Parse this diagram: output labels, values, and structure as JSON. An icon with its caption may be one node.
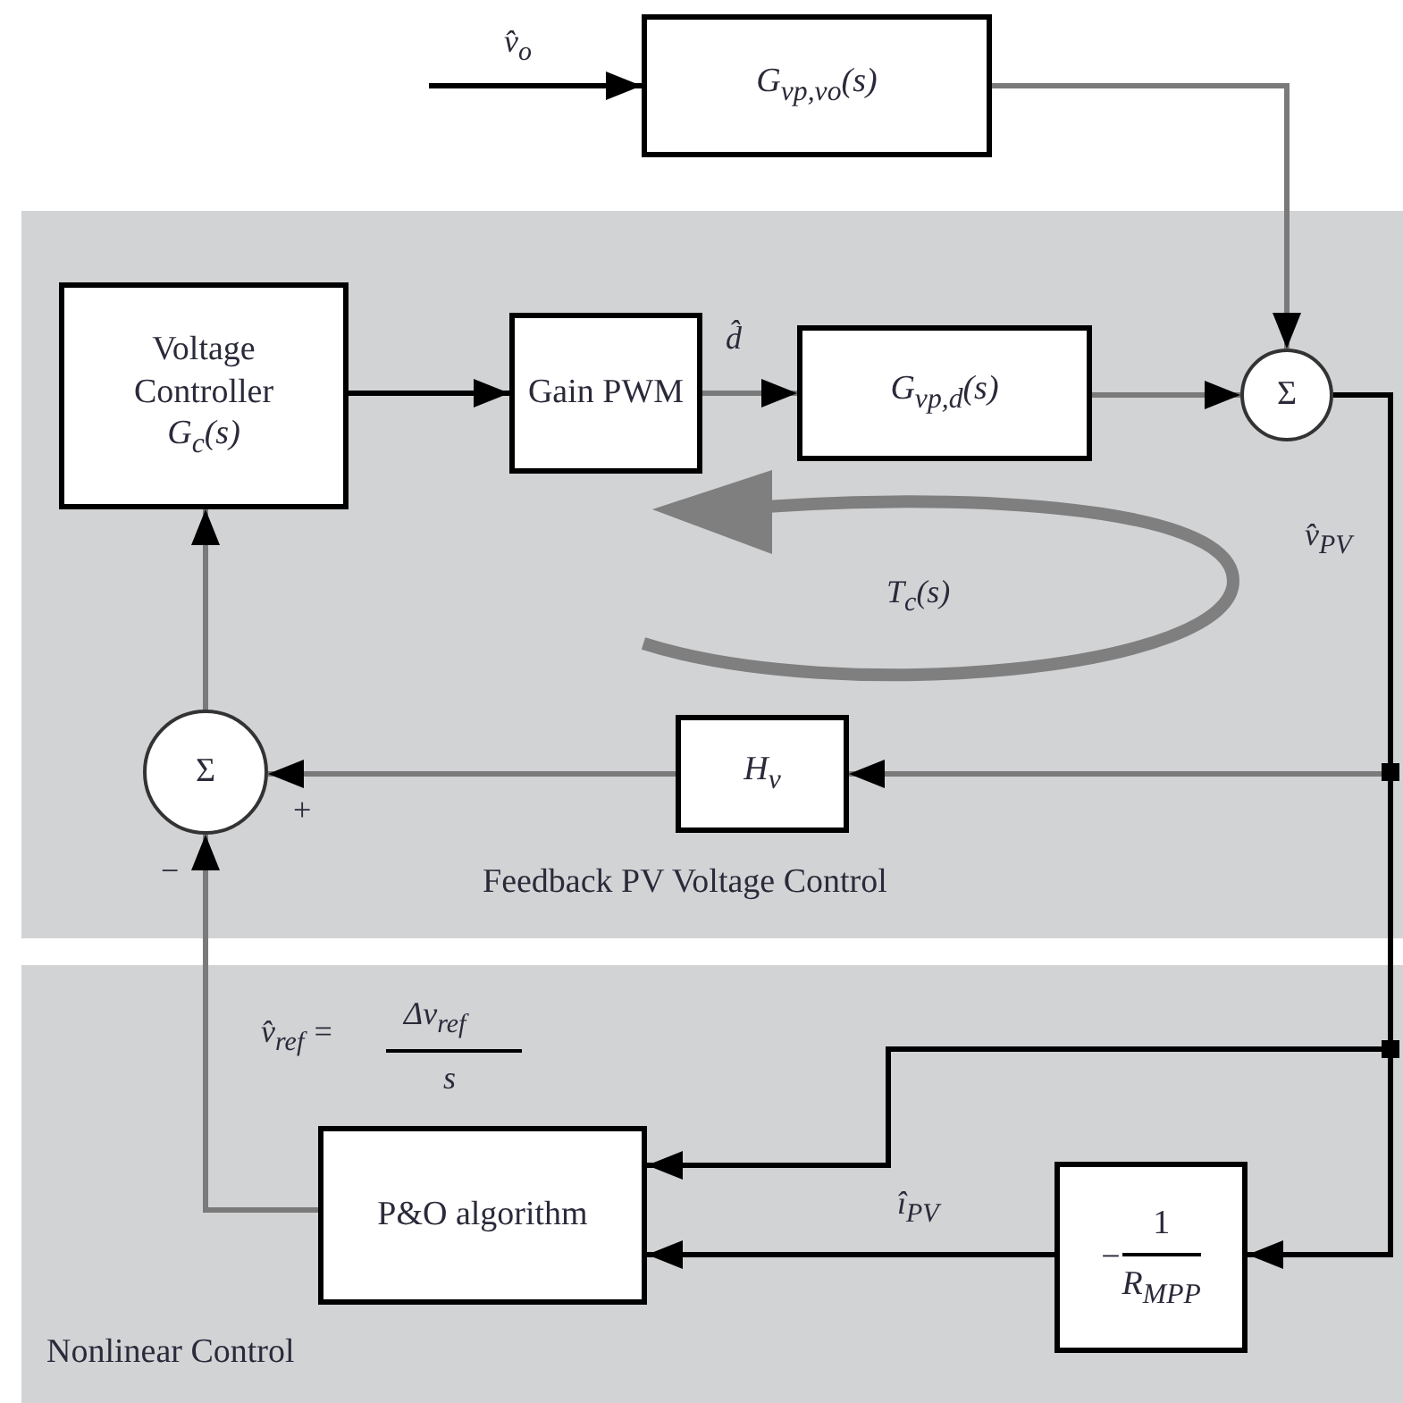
{
  "diagram": {
    "nodes": [
      {
        "text": [
          "Feedback PV Voltage Control"
        ]
      },
      {
        "text": [
          "Nonlinear Control"
        ]
      },
      {
        "text": [
          "G$_{vp,vo}$(s)"
        ]
      },
      {
        "text": [
          "Voltage Controller",
          "G$_{c}$(s)"
        ],
        "in": 0
      },
      {
        "text": [
          "Gain PWM"
        ],
        "in": 0
      },
      {
        "text": [
          "G$_{vp,d}$(s)"
        ],
        "in": 0
      },
      {
        "text": [
          "Σ"
        ],
        "in": 0
      },
      {
        "text": [
          "H$_{v}$"
        ],
        "in": 0
      },
      {
        "text": [
          "Σ"
        ],
        "in": 0
      },
      {
        "text": [
          "P&O algorithm"
        ],
        "in": 1
      },
      {
        "text": [
          "−",
          "1",
          "R$_{MPP}$"
        ],
        "in": 1
      }
    ],
    "edges": [
      {
        "from": null,
        "to": 2,
        "arrow": "to",
        "label": "v̂$_{o}$",
        "color": "#000000"
      },
      {
        "from": 2,
        "to": 6,
        "arrow": "to"
      },
      {
        "from": 3,
        "to": 4,
        "arrow": "to",
        "color": "#000000"
      },
      {
        "from": 4,
        "to": 5,
        "arrow": "to",
        "label": "d̂"
      },
      {
        "from": 5,
        "to": 6,
        "arrow": "to"
      },
      {
        "from": 6,
        "to": 7,
        "arrow": "to",
        "label": "v̂$_{PV}$"
      },
      {
        "from": 7,
        "to": 8,
        "arrow": "to"
      },
      {
        "from": 8,
        "to": 3,
        "arrow": "to"
      },
      {
        "from": 6,
        "to": 9,
        "arrow": "to",
        "color": "#000000"
      },
      {
        "from": 6,
        "to": 10,
        "arrow": "to",
        "color": "#000000"
      },
      {
        "from": 10,
        "to": 9,
        "arrow": "to",
        "label": "î$_{PV}$",
        "color": "#000000"
      },
      {
        "from": 9,
        "to": 8,
        "arrow": "to"
      }
    ],
    "labels": [
      "+",
      "−",
      "T$_{c}$(s)",
      "v̂$_{ref}$ =",
      "Δv$_{ref}$",
      "s"
    ]
  }
}
